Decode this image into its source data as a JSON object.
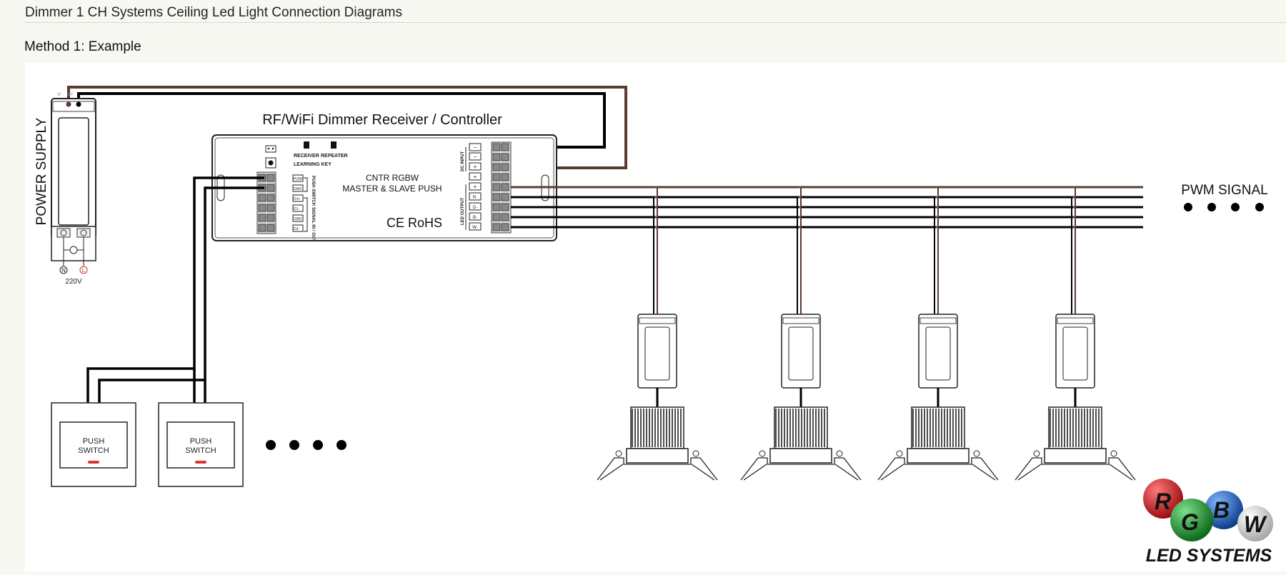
{
  "page": {
    "title": "Dimmer 1 CH Systems Ceiling Led Light Connection Diagrams",
    "section": "Method 1: Example"
  },
  "diagram": {
    "power_supply": {
      "label": "POWER SUPPLY",
      "input_terminals": [
        "N",
        "L"
      ],
      "voltage": "220V",
      "output_polarity": [
        "V-",
        "V+"
      ]
    },
    "controller": {
      "title": "RF/WiFi Dimmer Receiver / Controller",
      "model_line1": "CNTR RGBW",
      "model_line2": "MASTER & SLAVE PUSH",
      "receiver_label": "RECEIVER",
      "repeater_label": "REPEATER",
      "learning_key_label": "LEARNING KEY",
      "push_switch_label": "PUSH SWITCH",
      "signal_label": "SIGNAL IN / OUT",
      "push_terminals": [
        "PUSH",
        "GND"
      ],
      "signal_terminals": [
        "D1+",
        "D1-",
        "GND",
        "D2-"
      ],
      "dc_input_label": "DC INPUT",
      "dc_input_terminals": [
        "−",
        "−",
        "+",
        "+"
      ],
      "led_output_label": "LED OUTPUT",
      "led_output_terminals": [
        "+",
        "R-",
        "G-",
        "B-",
        "W-"
      ],
      "certifications": "CE  RoHS"
    },
    "pwm_signal_label": "PWM SIGNAL",
    "push_switches": [
      {
        "label_line1": "PUSH",
        "label_line2": "SWITCH"
      },
      {
        "label_line1": "PUSH",
        "label_line2": "SWITCH"
      }
    ],
    "lights_count": 4,
    "wire_colors": {
      "positive": "#5a3b33",
      "negative": "#000000"
    }
  },
  "logo": {
    "letters": [
      "R",
      "G",
      "B",
      "W"
    ],
    "colors": [
      "#c4161c",
      "#1d8a2b",
      "#1c5fb0",
      "#d9d9d9"
    ],
    "text": "LED SYSTEMS"
  }
}
